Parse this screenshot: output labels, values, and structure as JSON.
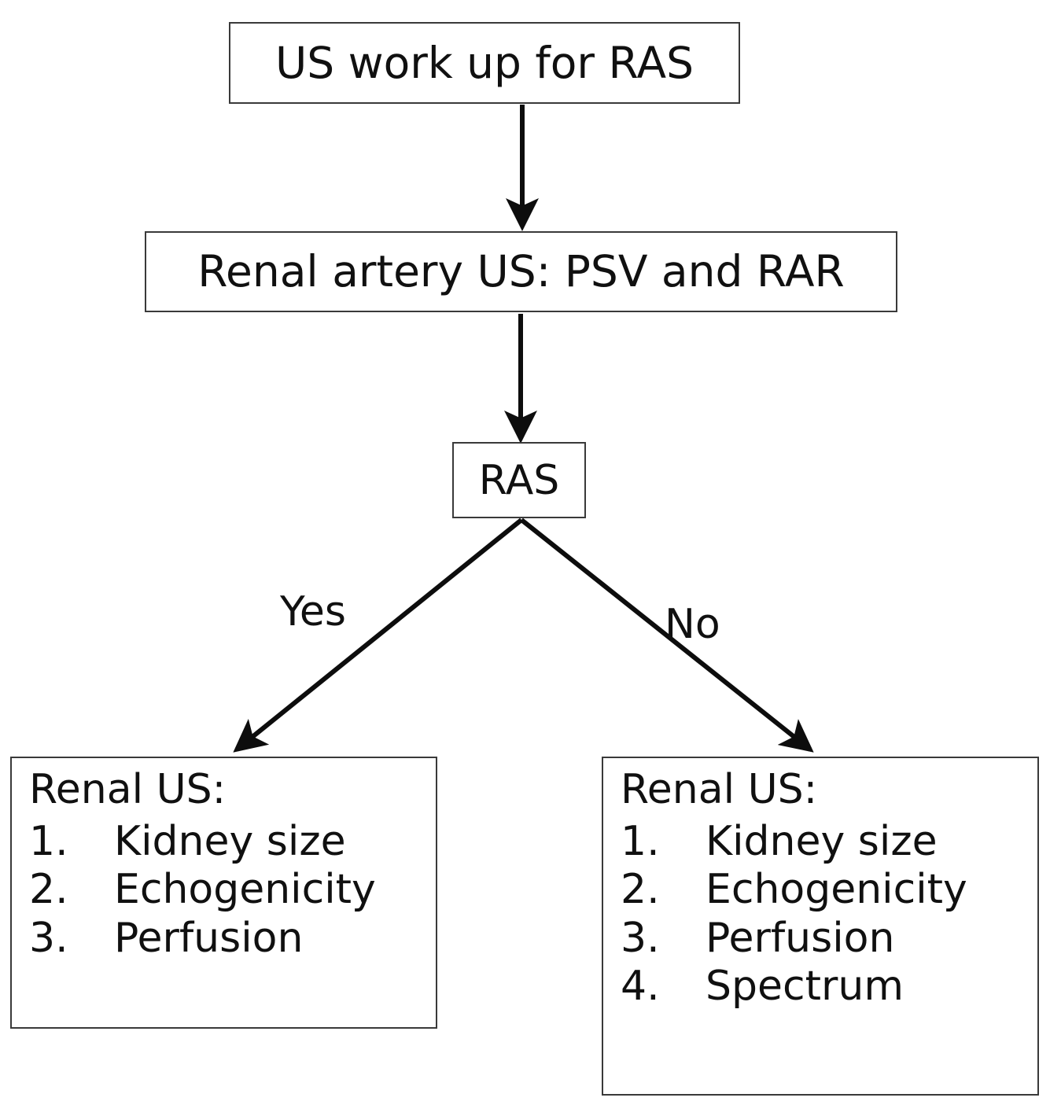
{
  "diagram": {
    "title": "US work up for RAS flowchart",
    "nodes": {
      "start": {
        "label": "US work up for RAS"
      },
      "measure": {
        "label": "Renal artery US: PSV and RAR"
      },
      "decision": {
        "label": "RAS"
      },
      "yes_outcome": {
        "heading": "Renal US:",
        "items": [
          {
            "num": "1.",
            "text": "Kidney size"
          },
          {
            "num": "2.",
            "text": "Echogenicity"
          },
          {
            "num": "3.",
            "text": "Perfusion"
          }
        ]
      },
      "no_outcome": {
        "heading": "Renal US:",
        "items": [
          {
            "num": "1.",
            "text": "Kidney size"
          },
          {
            "num": "2.",
            "text": "Echogenicity"
          },
          {
            "num": "3.",
            "text": "Perfusion"
          },
          {
            "num": "4.",
            "text": "Spectrum"
          }
        ]
      }
    },
    "edges": {
      "yes_label": "Yes",
      "no_label": "No"
    },
    "colors": {
      "background": "#ffffff",
      "box_border": "#3a3a3a",
      "text": "#101010",
      "connector": "#0d0d0d"
    }
  }
}
